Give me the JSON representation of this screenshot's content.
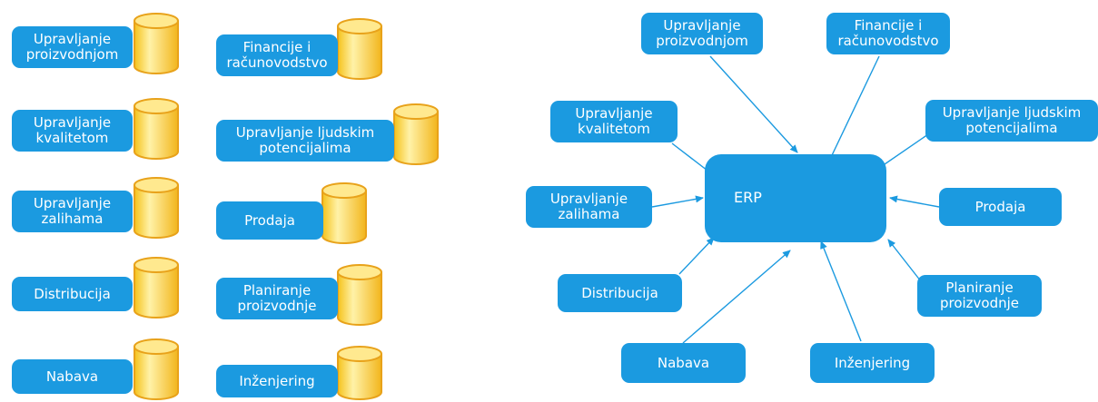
{
  "left_panel": {
    "items": [
      {
        "label": "Upravljanje\nproizvodnjom"
      },
      {
        "label": "Upravljanje\nkvalitetom"
      },
      {
        "label": "Upravljanje\nzalihama"
      },
      {
        "label": "Distribucija"
      },
      {
        "label": "Nabava"
      },
      {
        "label": "Financije i\nračunovodstvo"
      },
      {
        "label": "Upravljanje ljudskim\npotencijalima"
      },
      {
        "label": "Prodaja"
      },
      {
        "label": "Planiranje\nproizvodnje"
      },
      {
        "label": "Inženjering"
      }
    ]
  },
  "right_panel": {
    "center_label": "ERP",
    "items": [
      {
        "label": "Upravljanje\nproizvodnjom"
      },
      {
        "label": "Financije i\nračunovodstvo"
      },
      {
        "label": "Upravljanje\nkvalitetom"
      },
      {
        "label": "Upravljanje ljudskim\npotencijalima"
      },
      {
        "label": "Upravljanje\nzalihama"
      },
      {
        "label": "Prodaja"
      },
      {
        "label": "Distribucija"
      },
      {
        "label": "Planiranje\nproizvodnje"
      },
      {
        "label": "Nabava"
      },
      {
        "label": "Inženjering"
      }
    ]
  },
  "colors": {
    "box": "#1b9ae0",
    "cylinder_fill": "#ffe07a",
    "cylinder_stroke": "#e8a21a",
    "arrow": "#1b9ae0"
  }
}
